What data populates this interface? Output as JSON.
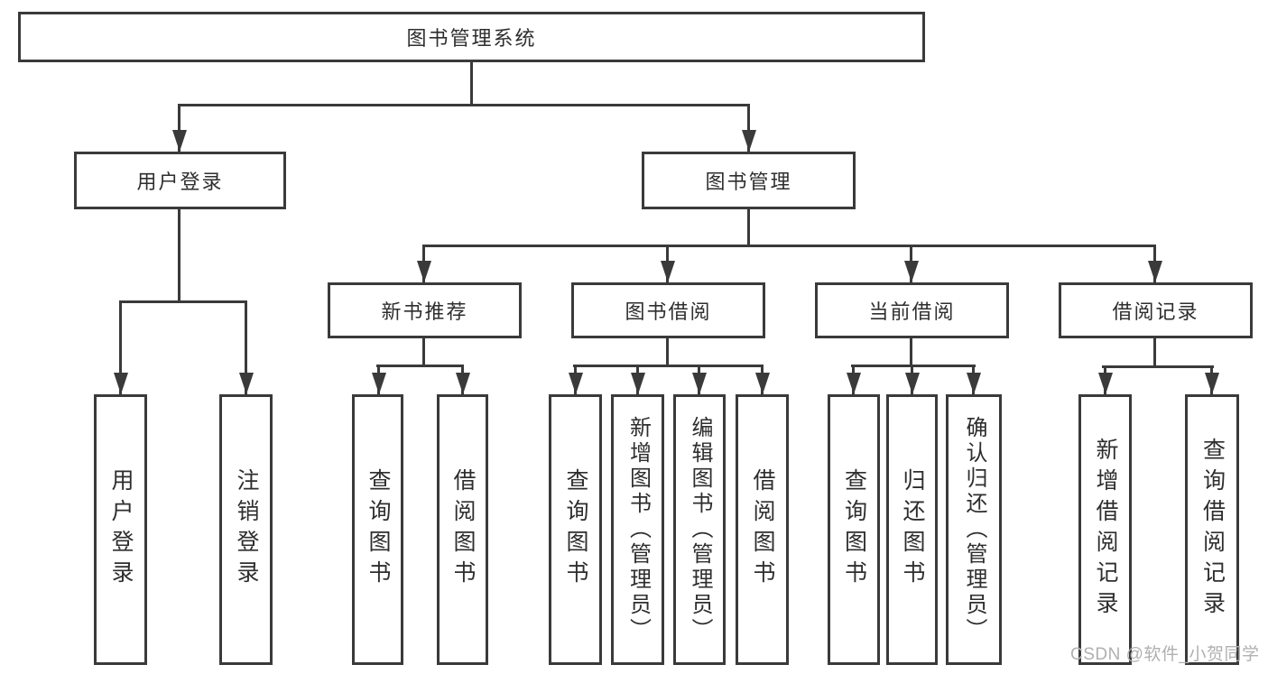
{
  "nodes": {
    "root": "图书管理系统",
    "level2": [
      "用户登录",
      "图书管理"
    ],
    "level3": [
      "新书推荐",
      "图书借阅",
      "当前借阅",
      "借阅记录"
    ],
    "user_login_children": [
      "用户登录",
      "注销登录"
    ],
    "new_books_children": [
      "查询图书",
      "借阅图书"
    ],
    "book_borrow_children": [
      "查询图书",
      "新增图书（管理员）",
      "编辑图书（管理员）",
      "借阅图书"
    ],
    "current_borrow_children": [
      "查询图书",
      "归还图书",
      "确认归还（管理员）"
    ],
    "borrow_records_children": [
      "新增借阅记录",
      "查询借阅记录"
    ]
  },
  "watermark": "CSDN @软件_小贺同学",
  "colors": {
    "line": "#3a3a3a",
    "text": "#2e2e2e",
    "watermark": "#b0b0b0",
    "background": "#ffffff"
  }
}
